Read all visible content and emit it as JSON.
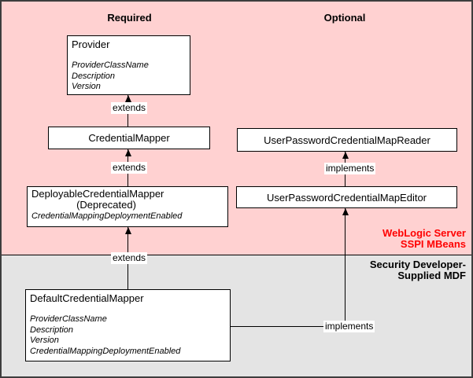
{
  "regions": {
    "required_header": "Required",
    "optional_header": "Optional",
    "sspi_label_line1": "WebLogic Server",
    "sspi_label_line2": "SSPI MBeans",
    "mdf_label_line1": "Security Developer-",
    "mdf_label_line2": "Supplied MDF"
  },
  "boxes": {
    "provider": {
      "title": "Provider",
      "attributes": [
        "ProviderClassName",
        "Description",
        "Version"
      ]
    },
    "credential_mapper": {
      "title": "CredentialMapper"
    },
    "deployable": {
      "title": "DeployableCredentialMapper",
      "subtitle": "(Deprecated)",
      "attributes": [
        "CredentialMappingDeploymentEnabled"
      ]
    },
    "reader": {
      "title": "UserPasswordCredentialMapReader"
    },
    "editor": {
      "title": "UserPasswordCredentialMapEditor"
    },
    "default_mapper": {
      "title": "DefaultCredentialMapper",
      "attributes": [
        "ProviderClassName",
        "Description",
        "Version",
        "CredentialMappingDeploymentEnabled"
      ]
    }
  },
  "connectors": {
    "extends": "extends",
    "implements": "implements"
  },
  "colors": {
    "sspi_bg": "#ffd1d1",
    "mdf_bg": "#e4e4e4",
    "sspi_label": "#ff0000",
    "box_bg": "#ffffff",
    "line": "#000000"
  }
}
